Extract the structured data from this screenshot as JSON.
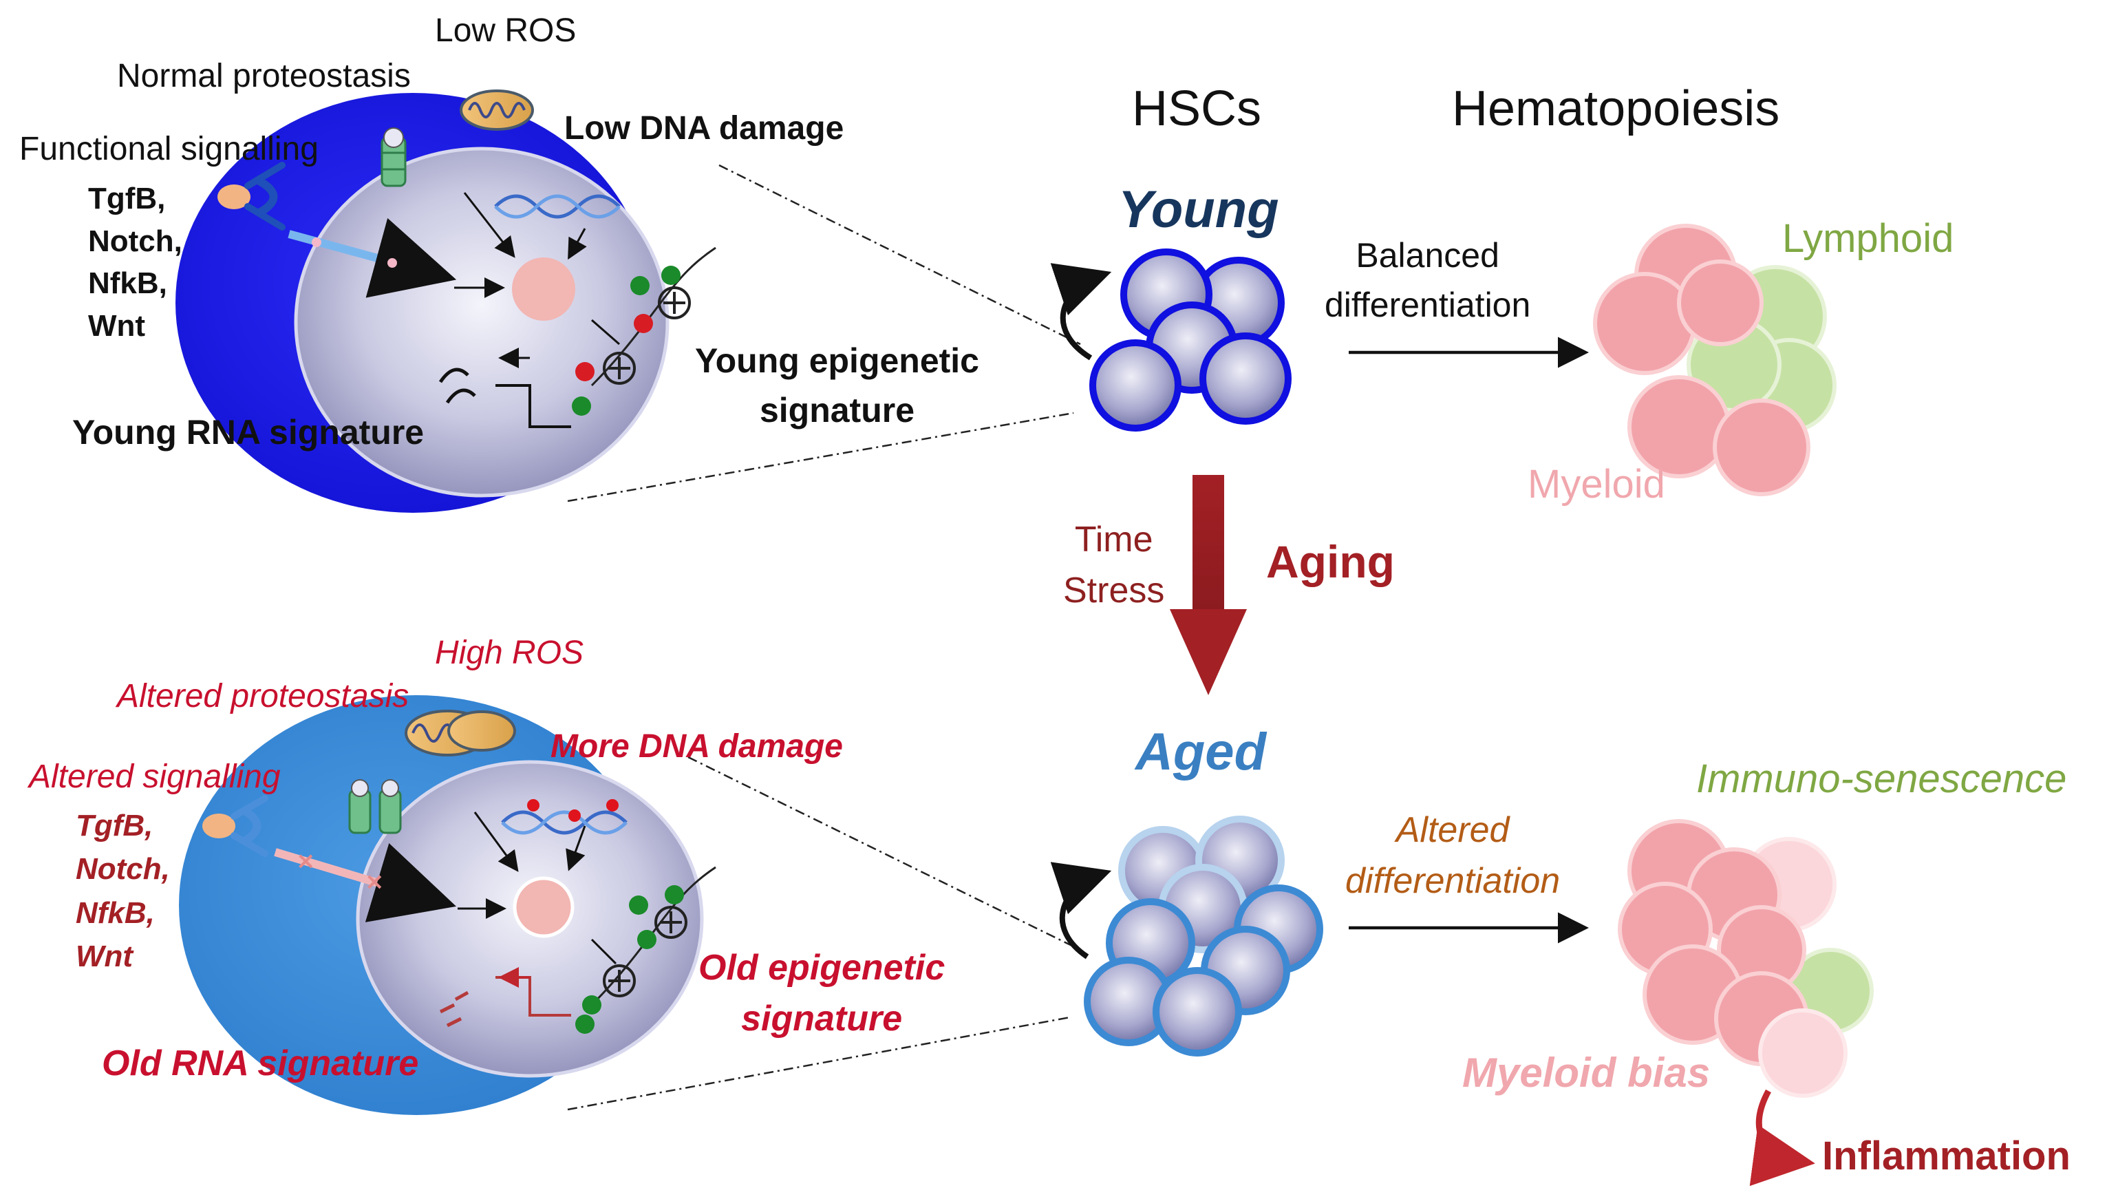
{
  "colors": {
    "young_cell": "#1a1aee",
    "aged_cell": "#3a8ad8",
    "nucleus": "#b8b8d8",
    "aging_arrow": "#a32025",
    "lymphoid": "#a9cf7f",
    "myeloid": "#f2a3aa",
    "text_red": "#c8102e",
    "text_dark_red": "#a32025"
  },
  "header": {
    "hscs": "HSCs",
    "hematopoiesis": "Hematopoiesis"
  },
  "young": {
    "low_ros": "Low ROS",
    "proteostasis": "Normal proteostasis",
    "signalling": "Functional signalling",
    "pathways": "TgfB,\nNotch,\nNfkB,\nWnt",
    "dna_damage": "Low DNA damage",
    "epigenetic": "Young epigenetic\nsignature",
    "rna": "Young RNA signature",
    "label": "Young",
    "differentiation": "Balanced\ndifferentiation",
    "lymphoid": "Lymphoid",
    "myeloid": "Myeloid"
  },
  "transition": {
    "factors": "Time\nStress",
    "aging": "Aging"
  },
  "aged": {
    "high_ros": "High ROS",
    "proteostasis": "Altered proteostasis",
    "signalling": "Altered signalling",
    "pathways": "TgfB,\nNotch,\nNfkB,\nWnt",
    "dna_damage": "More DNA damage",
    "epigenetic": "Old epigenetic\nsignature",
    "rna": "Old RNA signature",
    "label": "Aged",
    "differentiation": "Altered\ndifferentiation",
    "immunosenescence": "Immuno-senescence",
    "myeloid_bias": "Myeloid bias",
    "inflammation": "Inflammation"
  }
}
